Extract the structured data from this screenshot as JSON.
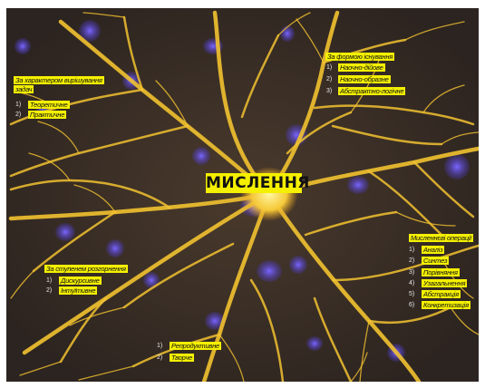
{
  "title": "МИСЛЕННЯ",
  "group_task": {
    "heading_lines": [
      "За характером вирішування",
      "задач"
    ],
    "items": [
      {
        "num": "1)",
        "label": "Теоретичне"
      },
      {
        "num": "2)",
        "label": "Практичне"
      }
    ]
  },
  "group_form": {
    "heading": "За формою існування",
    "items": [
      {
        "num": "1)",
        "label": "Наочно-дійове"
      },
      {
        "num": "2)",
        "label": "Наочно-образне"
      },
      {
        "num": "3)",
        "label": "Абстрактно-логічне"
      }
    ]
  },
  "group_development": {
    "heading": "За ступенем розгорнення",
    "items": [
      {
        "num": "1)",
        "label": "Дискурсивне"
      },
      {
        "num": "2)",
        "label": "Інтуїтивне"
      }
    ]
  },
  "group_creativity": {
    "items": [
      {
        "num": "1)",
        "label": "Репродуктивне"
      },
      {
        "num": "2)",
        "label": "Творче"
      }
    ]
  },
  "group_operations": {
    "heading": "Мисленнєві операції",
    "items": [
      {
        "num": "1)",
        "label": "Аналіз"
      },
      {
        "num": "2)",
        "label": "Синтез"
      },
      {
        "num": "3)",
        "label": "Порівняння"
      },
      {
        "num": "4)",
        "label": "Узагальнення"
      },
      {
        "num": "5)",
        "label": "Абстракція"
      },
      {
        "num": "6)",
        "label": "Конкретизація"
      }
    ]
  },
  "colors": {
    "background": "#3a3029",
    "dendrite": "#f2c230",
    "dendrite_glow": "#e8a020",
    "nucleus": "#5a46e6",
    "label_bg": "#f4f000"
  }
}
